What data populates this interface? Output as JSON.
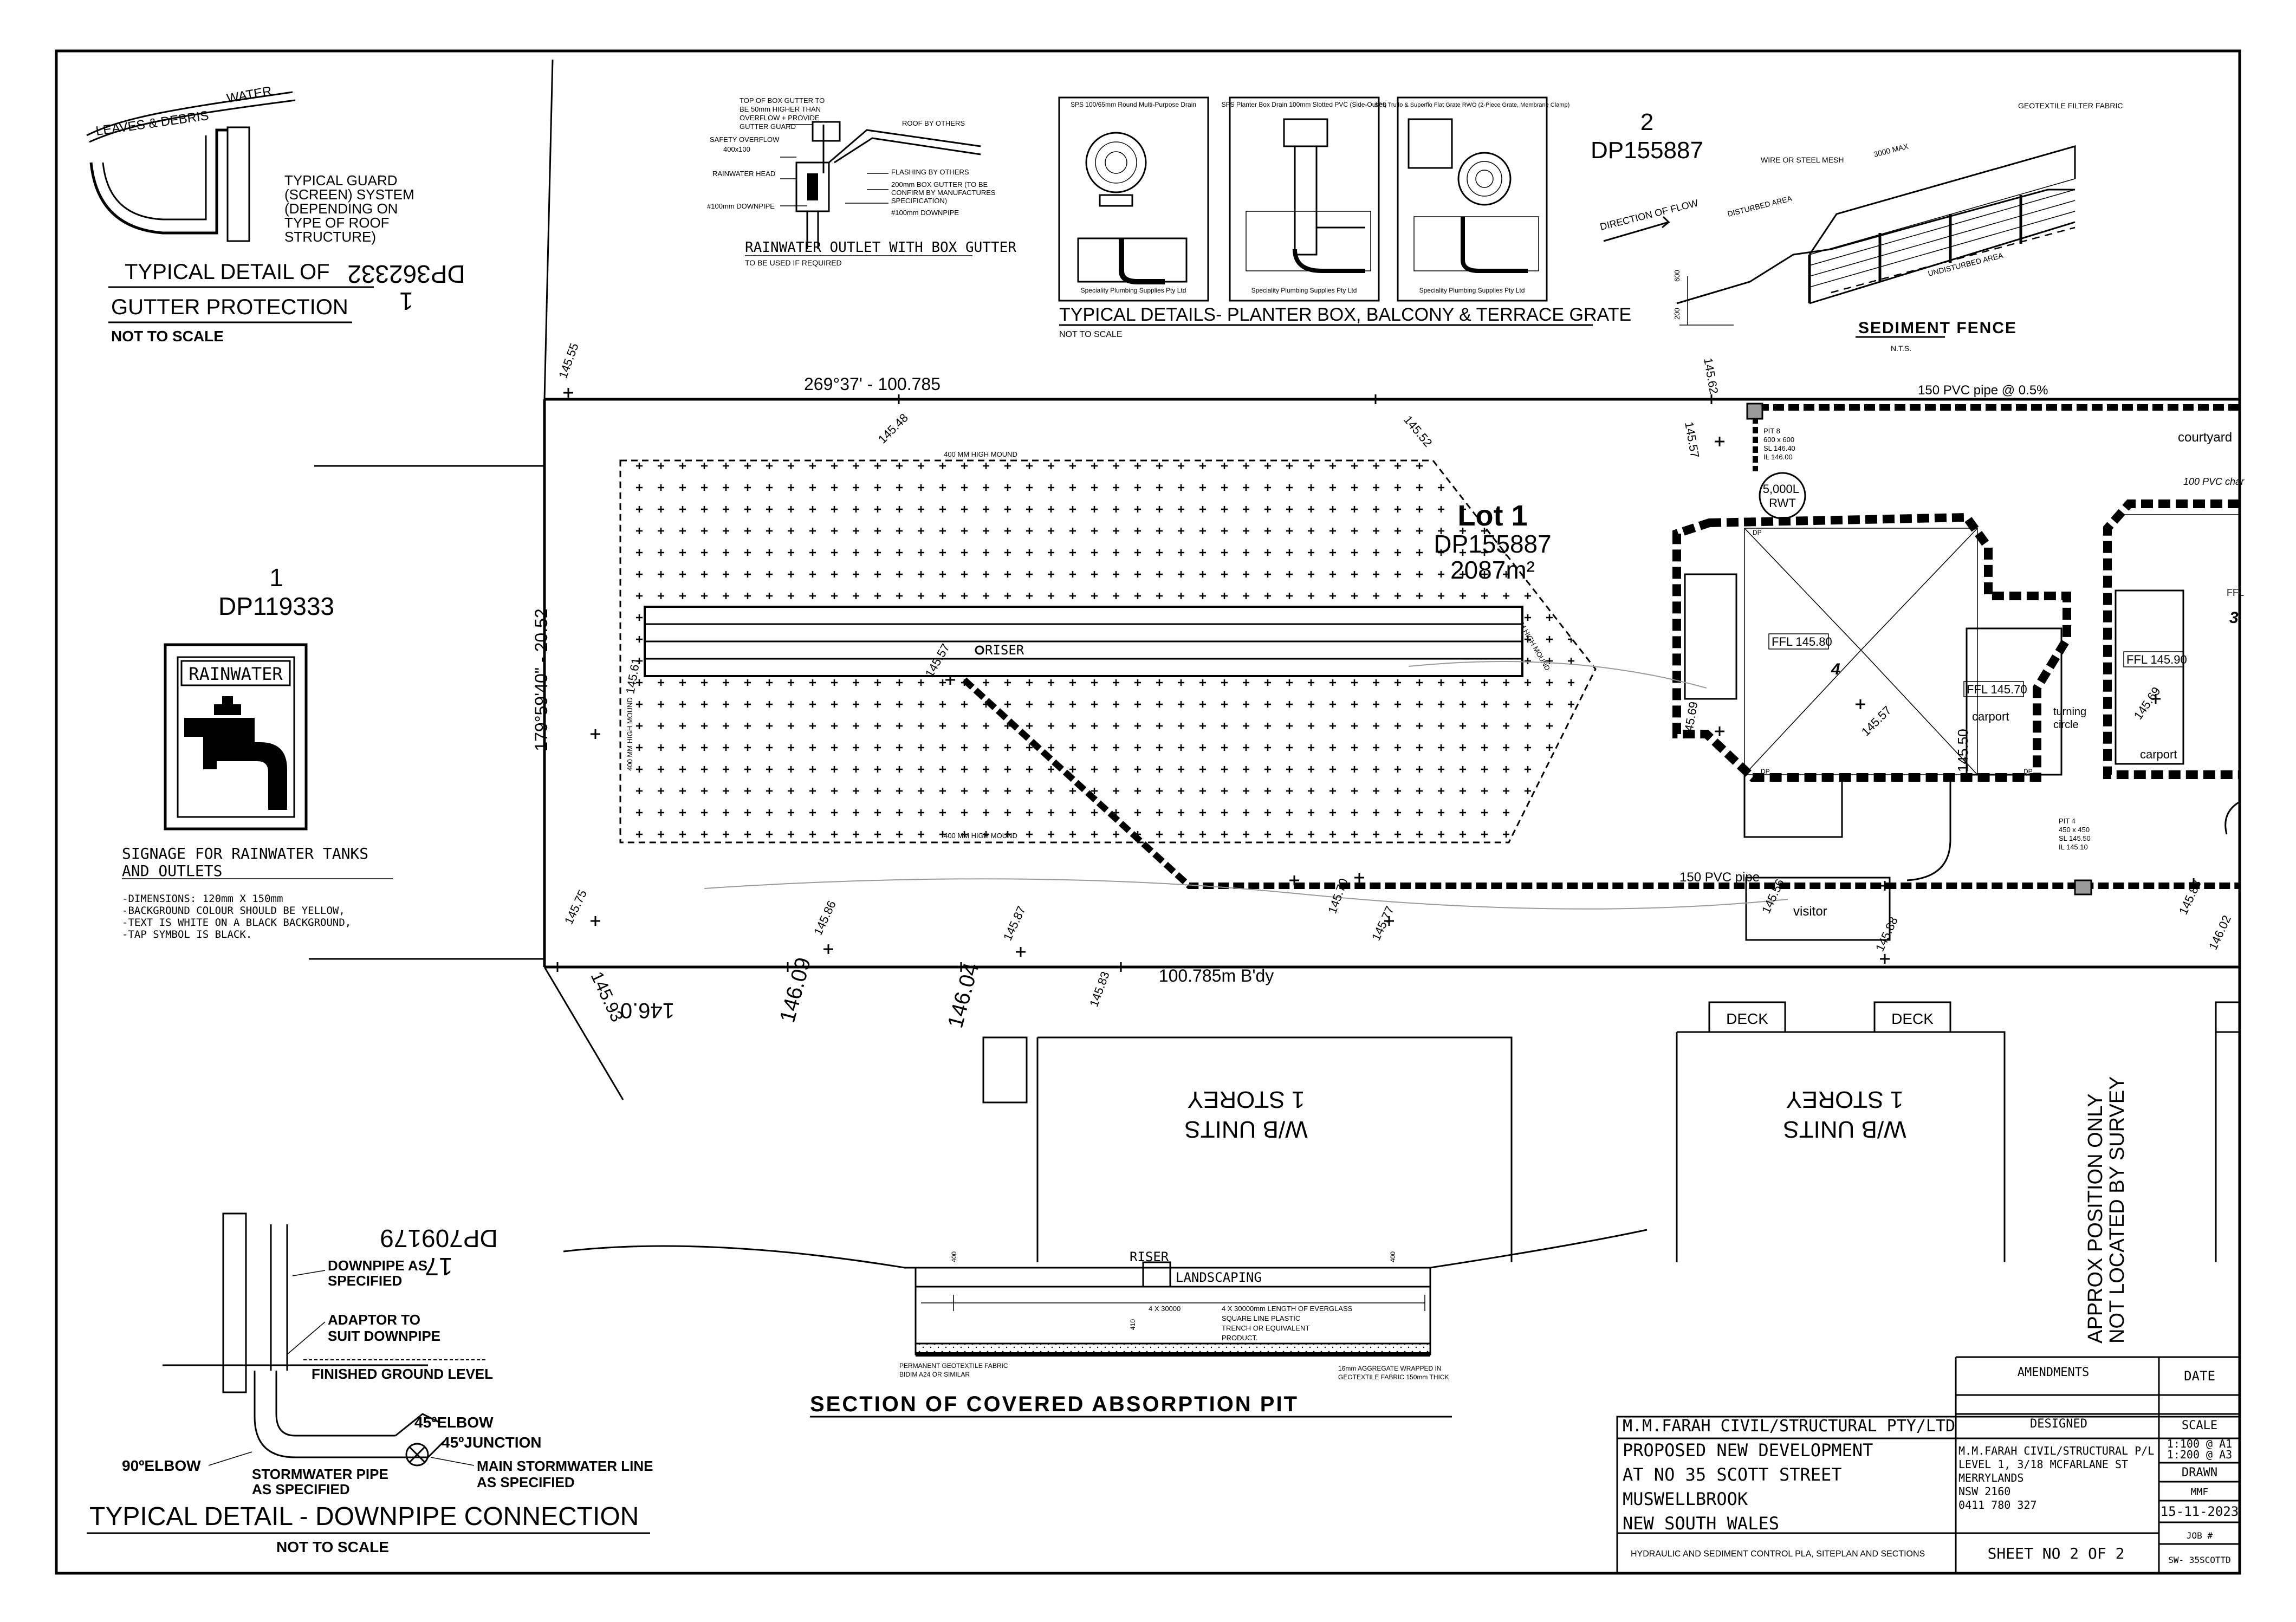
{
  "gutter_detail": {
    "label_leaves": "LEAVES & DEBRIS",
    "label_water": "WATER",
    "guard_note": [
      "TYPICAL GUARD",
      "(SCREEN) SYSTEM",
      "(DEPENDING ON",
      "TYPE OF ROOF",
      "STRUCTURE)"
    ],
    "title_line1": "TYPICAL DETAIL OF",
    "title_line2": "GUTTER PROTECTION",
    "scale": "NOT TO SCALE"
  },
  "box_gutter": {
    "notes": [
      "TOP OF BOX GUTTER TO",
      "BE 50mm HIGHER THAN",
      "OVERFLOW + PROVIDE",
      "GUTTER GUARD"
    ],
    "safety_overflow": "SAFETY OVERFLOW",
    "overflow_size": "400x100",
    "rainwater_head": "RAINWATER HEAD",
    "downpipe": "#100mm DOWNPIPE",
    "roof_by_others": "ROOF BY OTHERS",
    "flashing": "FLASHING BY OTHERS",
    "box_gutter_note": [
      "200mm BOX GUTTER (TO BE",
      "CONFIRM BY MANUFACTURES",
      "SPECIFICATION)"
    ],
    "downpipe_right": "#100mm DOWNPIPE",
    "title": "RAINWATER OUTLET WITH BOX GUTTER",
    "subtitle": "TO BE USED IF REQUIRED"
  },
  "grate_details": {
    "card1": "SPS 100/65mm Round Multi-Purpose Drain",
    "card2": "SPS Planter Box Drain 100mm Slotted PVC (Side-Outlet)",
    "card3": "SPS Truflo & Superflo Flat Grate RWO (2-Piece Grate, Membrane Clamp)",
    "supplier": "Speciality Plumbing Supplies Pty Ltd",
    "title": "TYPICAL DETAILS- PLANTER BOX, BALCONY & TERRACE GRATE",
    "scale": "NOT TO SCALE"
  },
  "sediment_fence": {
    "lot_number": "2",
    "lot_dp": "DP155887",
    "geotextile": "GEOTEXTILE FILTER FABRIC",
    "spacing": "3000 MAX",
    "wire": "WIRE OR STEEL MESH",
    "disturbed": "DISTURBED AREA",
    "undisturbed": "UNDISTURBED AREA",
    "direction": "DIRECTION OF FLOW",
    "dim_600": "600",
    "dim_200": "200",
    "title": "SEDIMENT FENCE",
    "scale": "N.T.S."
  },
  "site": {
    "north_bearing": "269°37' - 100.785",
    "west_bearing": "179°59'40\" - 20.52",
    "south_boundary": "100.785m B'dy",
    "pipe_top": "150 PVC pipe @ 0.5%",
    "pipe_bottom": "150 PVC pipe",
    "courtyard": "courtyard",
    "charged": "100 PVC char",
    "lot_title": "Lot 1",
    "lot_dp": "DP155887",
    "lot_area": "2087m²",
    "mound_top": "400 MM HIGH MOUND",
    "mound_bottom": "400 MM HIGH MOUND",
    "mound_left": "400 MM HIGH MOUND",
    "mound_right": "400 MM HIGH MOUND",
    "riser": "RISER",
    "pit8": [
      "PIT 8",
      "600 x 600",
      "SL 146.40",
      "IL 146.00"
    ],
    "rwt": [
      "5,000L",
      "RWT"
    ],
    "pit4": [
      "PIT 4",
      "450 x 450",
      "SL 145.50",
      "IL 145.10"
    ],
    "ffl_a": "FFL 145.80",
    "ffl_b": "FFL 145.70",
    "ffl_c": "FFL 145.90",
    "ffl_d": "FFL",
    "unit4": "4",
    "unit3": "3",
    "carport_a": "carport",
    "carport_b": "carport",
    "turning": [
      "turning",
      "circle"
    ],
    "visitor": "visitor",
    "dim_145_50": "145.50",
    "dp": "DP",
    "levels": {
      "l1": "145.55",
      "l2": "145.48",
      "l3": "145.52",
      "l4": "145.62",
      "l5": "145.57",
      "l6": "145.57",
      "l7": "145.61",
      "l8": "145.69",
      "l9": "145.57",
      "l10": "145.69",
      "l11": "145.70",
      "l12": "145.75",
      "l13": "145.86",
      "l14": "145.87",
      "l15": "145.77",
      "l16": "145.56",
      "l17": "145.88",
      "l18": "145.83",
      "l19": "146.02",
      "l20": "145.93",
      "l21": "146.0",
      "l22": "146.09",
      "l23": "146.04",
      "l24": "145.83"
    },
    "west_lot_num": "1",
    "west_lot_dp": "DP119333",
    "north_lot_num": "1",
    "north_lot_dp": "DP362332",
    "south_lot_num": "17",
    "south_lot_dp": "DP709179",
    "deck1": "DECK",
    "deck2": "DECK",
    "wb1": [
      "W/B UNITS",
      "1 STOREY"
    ],
    "wb2": [
      "W/B UNITS",
      "1 STOREY"
    ],
    "approx": [
      "APPROX POSITION ONLY",
      "NOT LOCATED BY SURVEY"
    ]
  },
  "signage": {
    "label": "RAINWATER",
    "title_line1": "SIGNAGE FOR RAINWATER TANKS",
    "title_line2": "AND OUTLETS",
    "notes": [
      "-DIMENSIONS: 120mm X 150mm",
      "-BACKGROUND COLOUR SHOULD BE YELLOW,",
      "-TEXT IS WHITE ON A BLACK BACKGROUND,",
      "-TAP SYMBOL IS BLACK."
    ]
  },
  "downpipe_detail": {
    "downpipe": [
      "DOWNPIPE AS",
      "SPECIFIED"
    ],
    "adaptor": [
      "ADAPTOR TO",
      "SUIT DOWNPIPE"
    ],
    "ground": "FINISHED GROUND LEVEL",
    "elbow45": "45ºELBOW",
    "junction": "45ºJUNCTION",
    "elbow90": "90ºELBOW",
    "stormwater": [
      "STORMWATER PIPE",
      "AS SPECIFIED"
    ],
    "main": [
      "MAIN STORMWATER LINE",
      "AS SPECIFIED"
    ],
    "title": "TYPICAL DETAIL - DOWNPIPE CONNECTION",
    "scale": "NOT TO SCALE"
  },
  "absorption_pit": {
    "riser": "RISER",
    "landscaping": "LANDSCAPING",
    "dim_400a": "400",
    "dim_400b": "400",
    "dim_300": "4 X 30000",
    "dim_410": "410",
    "note1": [
      "4 X 30000mm LENGTH OF EVERGLASS",
      "SQUARE LINE PLASTIC",
      "TRENCH OR EQUIVALENT",
      "PRODUCT."
    ],
    "fabric": [
      "PERMANENT GEOTEXTILE FABRIC",
      "BIDIM A24 OR SIMILAR"
    ],
    "aggregate": [
      "16mm AGGREGATE WRAPPED IN",
      "GEOTEXTILE FABRIC 150mm THICK"
    ],
    "title": "SECTION OF COVERED ABSORPTION PIT"
  },
  "title_block": {
    "amendments": "AMENDMENTS",
    "date": "DATE",
    "company": "M.M.FARAH CIVIL/STRUCTURAL PTY/LTD",
    "designed": "DESIGNED",
    "scale_label": "SCALE",
    "scale_a1": "1:100 @ A1",
    "scale_a3": "1:200 @ A3",
    "project": [
      "PROPOSED NEW DEVELOPMENT",
      "AT NO 35 SCOTT STREET",
      "MUSWELLBROOK",
      "NEW SOUTH WALES"
    ],
    "address": [
      "M.M.FARAH CIVIL/STRUCTURAL P/L",
      "LEVEL 1, 3/18 MCFARLANE ST",
      "MERRYLANDS",
      "NSW 2160",
      "0411 780 327"
    ],
    "drawn": "DRAWN",
    "drawn_by": "MMF",
    "issue_date": "15-11-2023",
    "description": "HYDRAULIC AND SEDIMENT CONTROL PLA, SITEPLAN AND SECTIONS",
    "sheet": "SHEET NO 2 OF 2",
    "job_label": "JOB #",
    "job_no": "SW- 35SCOTTD"
  }
}
